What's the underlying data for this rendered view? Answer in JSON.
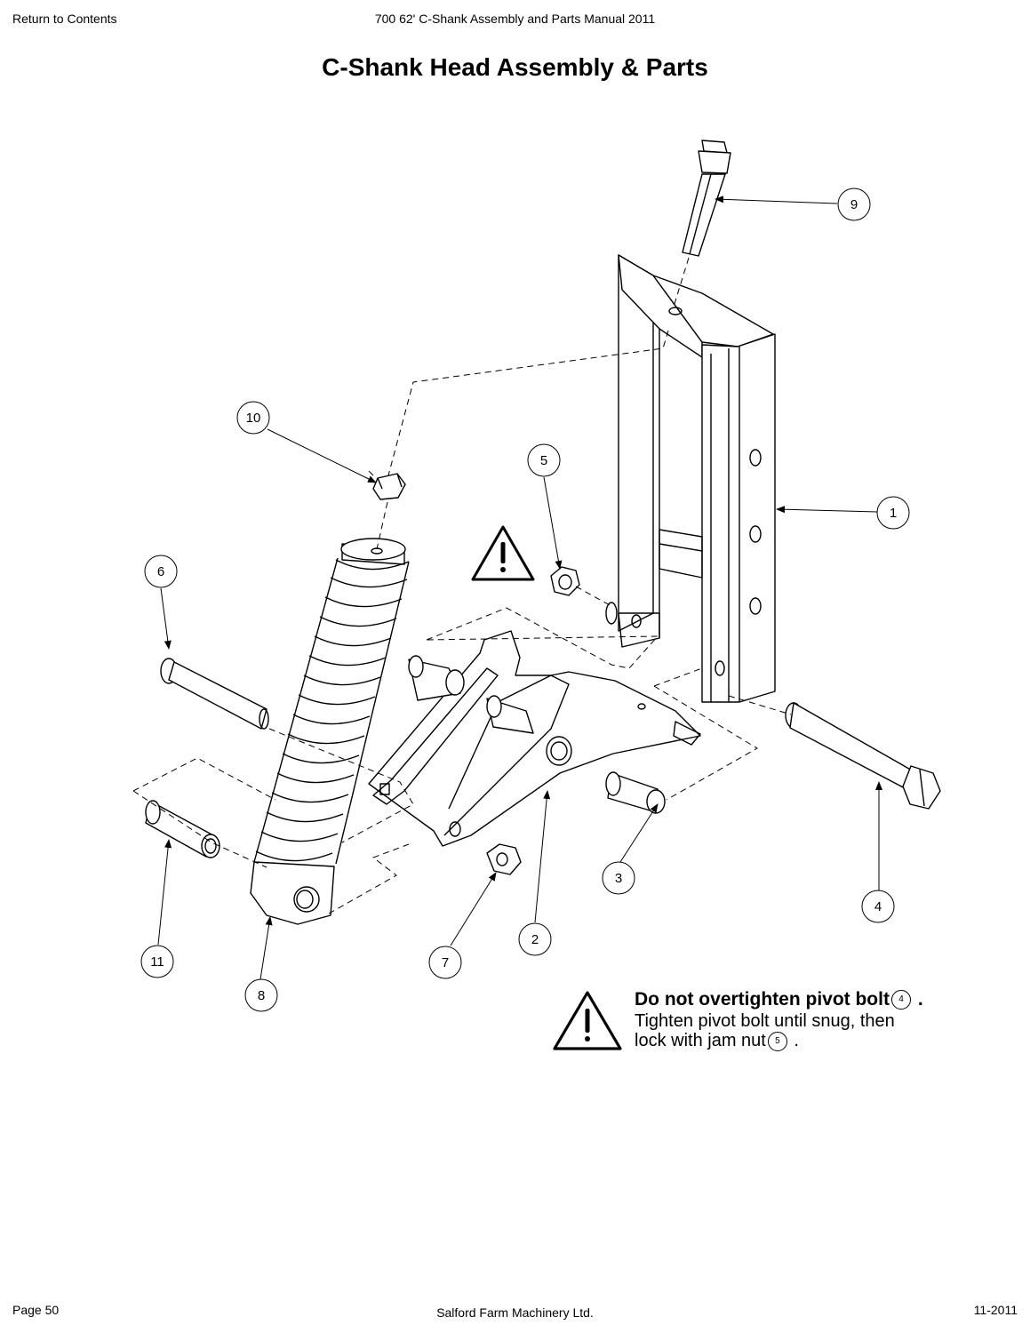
{
  "header": {
    "return_link": "Return to Contents",
    "manual_title": "700 62' C-Shank Assembly and Parts Manual 2011"
  },
  "page_title": "C-Shank Head Assembly & Parts",
  "callouts": {
    "c1": "1",
    "c2": "2",
    "c3": "3",
    "c4": "4",
    "c5": "5",
    "c6": "6",
    "c7": "7",
    "c8": "8",
    "c9": "9",
    "c10": "10",
    "c11": "11"
  },
  "warning": {
    "line1_text": "Do not overtighten pivot bolt",
    "line1_ref": "4",
    "line1_end": ".",
    "line2": "Tighten pivot bolt until snug, then",
    "line3_text": "lock with jam nut",
    "line3_ref": "5",
    "line3_end": "."
  },
  "footer": {
    "page": "Page 50",
    "company": "Salford Farm Machinery Ltd.",
    "date": "11-2011"
  }
}
